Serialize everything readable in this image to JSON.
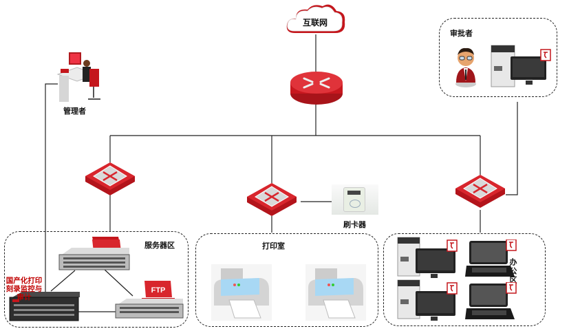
{
  "diagram": {
    "internet": {
      "label": "互联网"
    },
    "admin": {
      "label": "管理者"
    },
    "approver_zone": {
      "label": "审批者"
    },
    "server_zone": {
      "label": "服务器区"
    },
    "print_room": {
      "label": "打印室"
    },
    "office_zone": {
      "label": "办公区"
    },
    "card_reader": {
      "label": "刷卡器"
    },
    "audit_server": {
      "label": "国产化打印刻录监控与审计"
    },
    "ftp_server": {
      "badge": "FTP"
    },
    "colors": {
      "accent_red": "#d0242b",
      "line": "#222222",
      "label_red": "#c00000"
    }
  }
}
